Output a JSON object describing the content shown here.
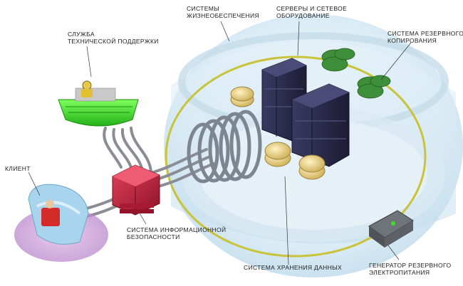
{
  "labels": {
    "life_support": [
      "Системы",
      "жизнеобеспечения"
    ],
    "servers": [
      "Серверы и сетевое",
      "оборудование"
    ],
    "tech_support": [
      "Служба",
      "технической поддержки"
    ],
    "backup": [
      "Система резервного",
      "копирования"
    ],
    "client": [
      "Клиент"
    ],
    "security": [
      "Система информационной",
      "безопасности"
    ],
    "storage": [
      "Система хранения данных"
    ],
    "generator": [
      "Генератор резервного",
      "электропитания"
    ]
  },
  "colors": {
    "ring_yellow": "#c9c33a",
    "dome_blue": "#cfe6f3",
    "security_red": "#c8203a",
    "support_green": "#3fe02a",
    "server_dark": "#2a2a48",
    "backup_green": "#3f8f3a",
    "disk_gold": "#e8d27a",
    "client_blue": "#a9d4ee",
    "cable_gray": "#8a8e94"
  }
}
